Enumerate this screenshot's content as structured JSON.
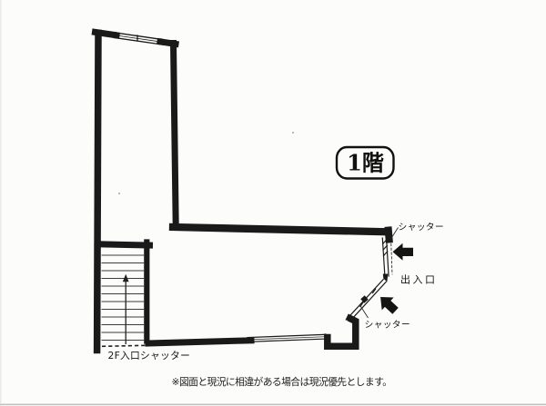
{
  "floor_badge": "1階",
  "labels": {
    "shutter_top": "シャッター",
    "entrance": "出入口",
    "shutter_bottom": "シャッター",
    "stair_shutter": "2F入口シャッター"
  },
  "footnote": "※図面と現況に相違がある場合は現況優先とします。",
  "colors": {
    "ink": "#1a1a1a",
    "paper": "#fcfcfb"
  },
  "icons": {
    "entrance_arrow_horizontal": "solid-left-arrow",
    "entrance_arrow_diagonal": "solid-up-left-arrow",
    "stair_direction_arrow": "thin-up-arrow"
  }
}
